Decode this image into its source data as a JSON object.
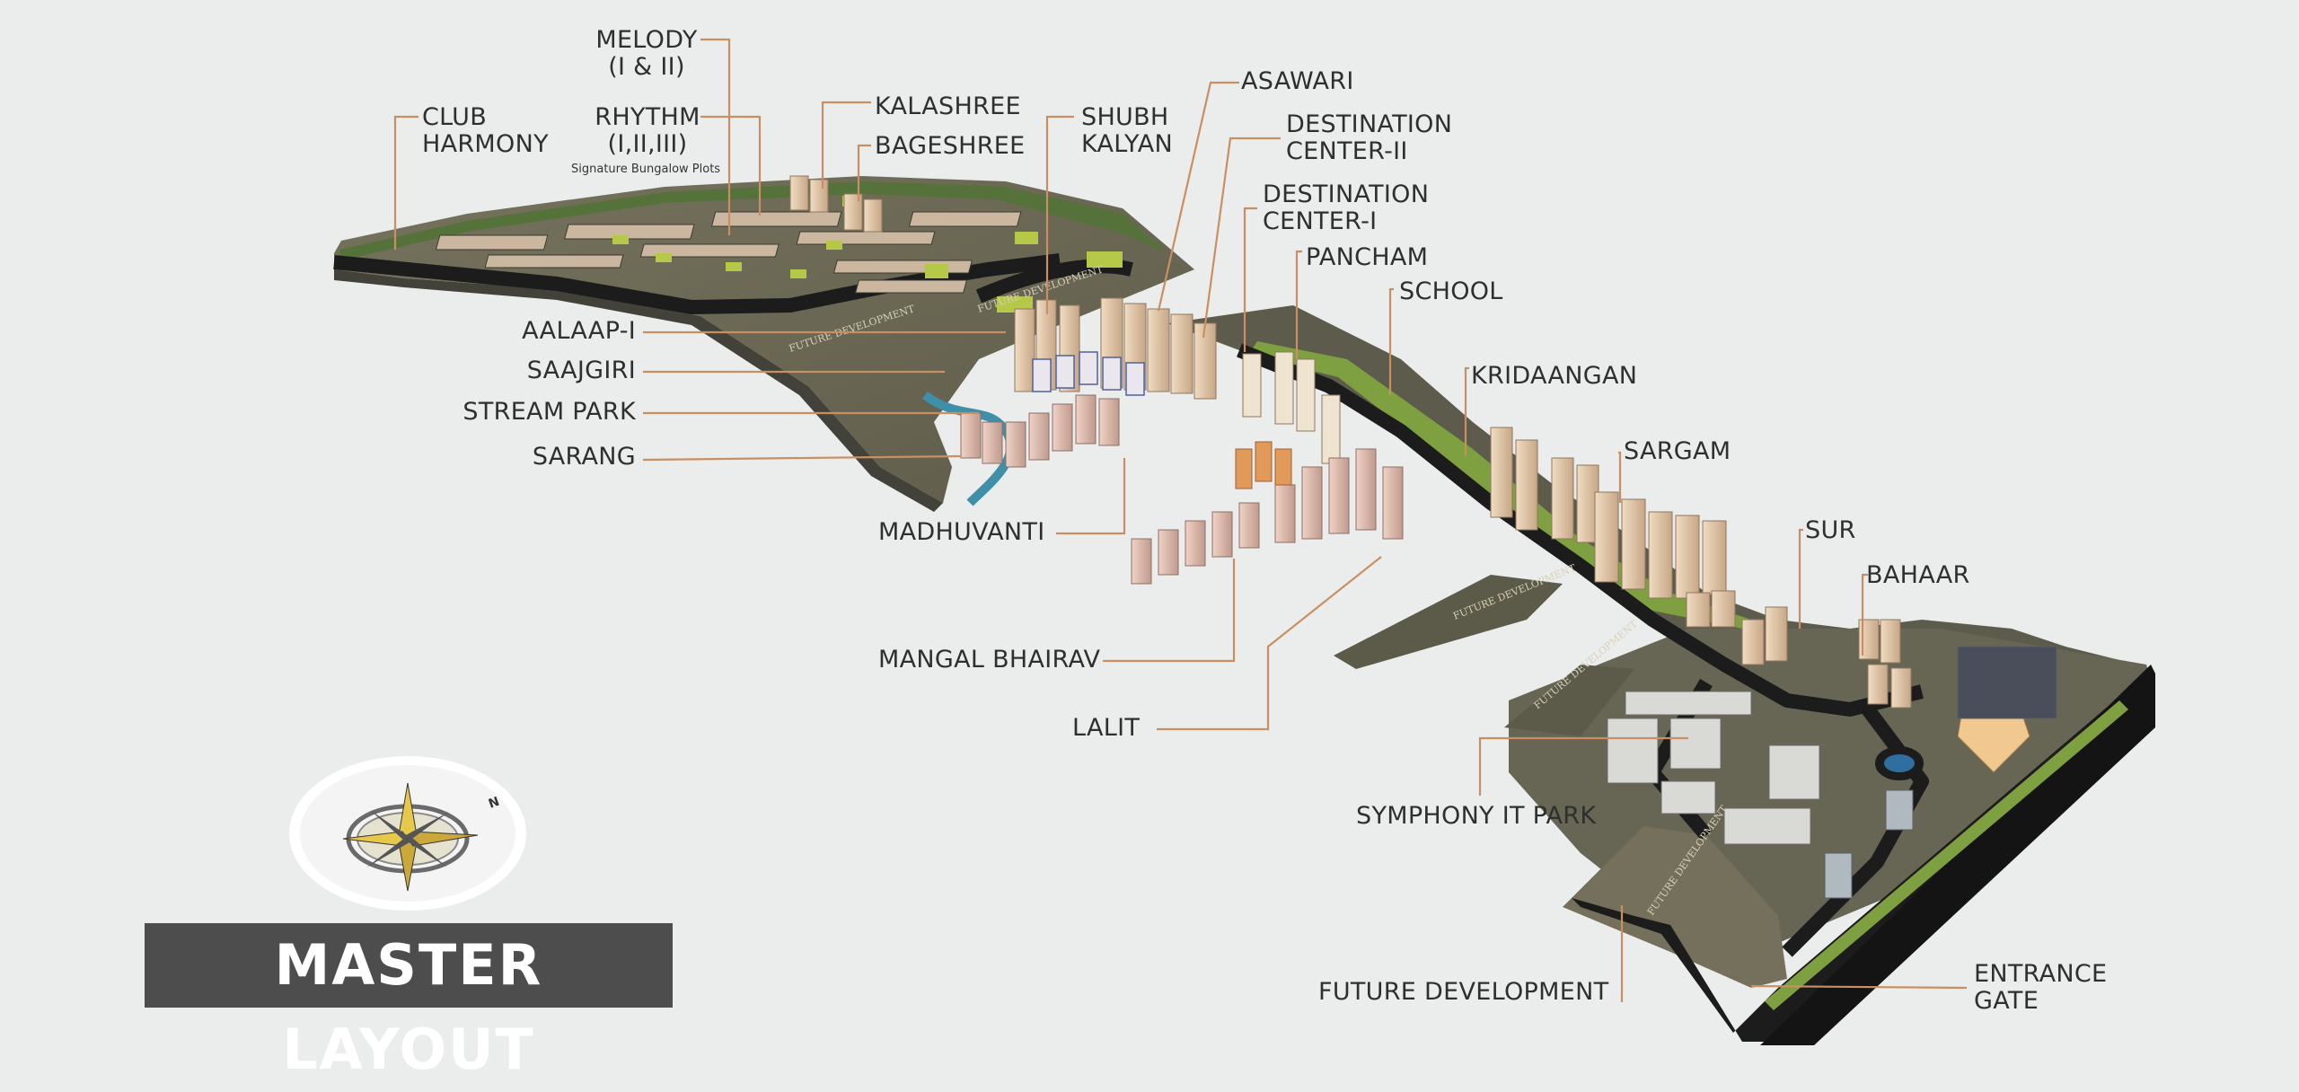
{
  "title": "MASTER LAYOUT",
  "compass": {
    "north_label": "N"
  },
  "labels": {
    "melody_1": "MELODY",
    "melody_2": "(I & II)",
    "club_1": "CLUB",
    "club_2": "HARMONY",
    "rhythm_1": "RHYTHM",
    "rhythm_2": "(I,II,III)",
    "rhythm_note": "Signature Bungalow Plots",
    "kalashree": "KALASHREE",
    "bageshree": "BAGESHREE",
    "shubh_1": "SHUBH",
    "shubh_2": "KALYAN",
    "asawari": "ASAWARI",
    "dc2_1": "DESTINATION",
    "dc2_2": "CENTER-II",
    "dc1_1": "DESTINATION",
    "dc1_2": "CENTER-I",
    "pancham": "PANCHAM",
    "school": "SCHOOL",
    "kridaangan": "KRIDAANGAN",
    "aalaap": "AALAAP-I",
    "saajgiri": "SAAJGIRI",
    "stream_park": "STREAM PARK",
    "sarang": "SARANG",
    "sargam": "SARGAM",
    "madhuvanti": "MADHUVANTI",
    "sur": "SUR",
    "bahaar": "BAHAAR",
    "mangal_bhairav": "MANGAL BHAIRAV",
    "lalit": "LALIT",
    "symphony": "SYMPHONY IT PARK",
    "future_dev": "FUTURE DEVELOPMENT",
    "entrance_1": "ENTRANCE",
    "entrance_2": "GATE"
  },
  "map_text": {
    "future_1": "FUTURE DEVELOPMENT",
    "future_2": "FUTURE DEVELOPMENT",
    "future_3": "FUTURE DEVELOPMENT",
    "future_4": "FUTURE DEVELOPMENT",
    "future_5": "FUTURE DEVELOPMENT"
  },
  "colors": {
    "background": "#ebedec",
    "leader": "#c98f62",
    "ground": "#6c6a55",
    "green": "#7ea040",
    "road": "#1c1c1c",
    "title_box": "#4d4d4e"
  }
}
